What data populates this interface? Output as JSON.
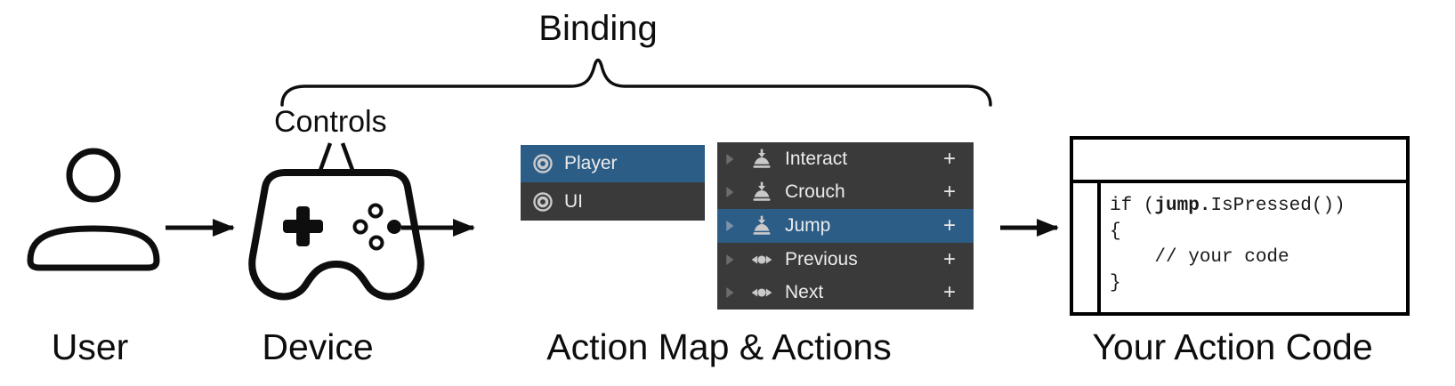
{
  "binding": {
    "title": "Binding"
  },
  "controls": {
    "label": "Controls"
  },
  "stage_labels": {
    "user": "User",
    "device": "Device",
    "action_map": "Action Map & Actions",
    "action_code": "Your Action Code"
  },
  "action_map_panel": {
    "items": [
      {
        "label": "Player",
        "icon": "action-map-icon",
        "selected": true
      },
      {
        "label": "UI",
        "icon": "action-map-icon",
        "selected": false
      }
    ]
  },
  "actions_panel": {
    "add_label": "+",
    "items": [
      {
        "label": "Interact",
        "icon": "button-action-icon",
        "selected": false
      },
      {
        "label": "Crouch",
        "icon": "button-action-icon",
        "selected": false
      },
      {
        "label": "Jump",
        "icon": "button-action-icon",
        "selected": true
      },
      {
        "label": "Previous",
        "icon": "axis-action-icon",
        "selected": false
      },
      {
        "label": "Next",
        "icon": "axis-action-icon",
        "selected": false
      }
    ]
  },
  "code_panel": {
    "line1_prefix": "if (",
    "line1_bold": "jump.",
    "line1_suffix": "IsPressed())",
    "line2": "{",
    "line3": "    // your code",
    "line4": "}"
  },
  "colors": {
    "selection_blue": "#2C5D87",
    "row_dark": "#3A3A3A",
    "icon_gray": "#C9C9C9",
    "text_light": "#ECECEC",
    "line_ink": "#0E0E0E"
  }
}
